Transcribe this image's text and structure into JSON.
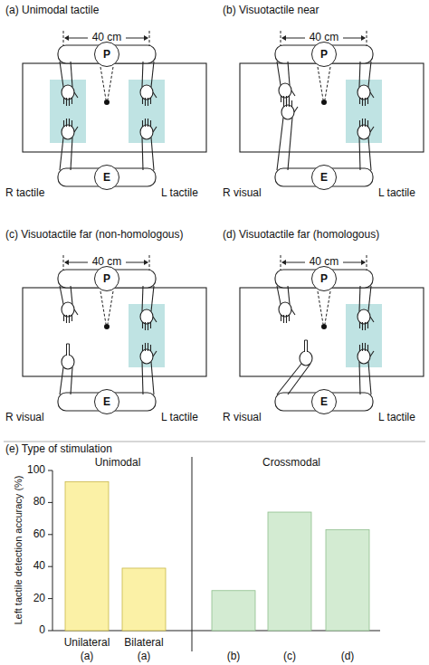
{
  "diagram": {
    "nodes": [
      {
        "text": [
          "P"
        ]
      },
      {
        "text": [
          "E"
        ]
      },
      {
        "text": [
          "P"
        ]
      },
      {
        "text": [
          "E"
        ]
      },
      {
        "text": [
          "P"
        ]
      },
      {
        "text": [
          "E"
        ]
      },
      {
        "text": [
          "P"
        ]
      },
      {
        "text": [
          "E"
        ]
      }
    ],
    "labels": [
      "(a) Unimodal tactile",
      "40 cm",
      "R tactile",
      "L tactile",
      "(b) Visuotactile near",
      "40 cm",
      "R visual",
      "L tactile",
      "(c) Visuotactile far (non-homologous)",
      "40 cm",
      "R visual",
      "L tactile",
      "(d) Visuotactile far (homologous)",
      "40 cm",
      "R visual",
      "L tactile",
      "(e) Type of stimulation",
      "Unimodal",
      "Crossmodal",
      "Left tactile detection accuracy (%)",
      "100",
      "80",
      "60",
      "40",
      "20",
      "0",
      "Unilateral",
      "Bilateral",
      "(a)",
      "(a)",
      "(b)",
      "(c)",
      "(d)"
    ]
  }
}
